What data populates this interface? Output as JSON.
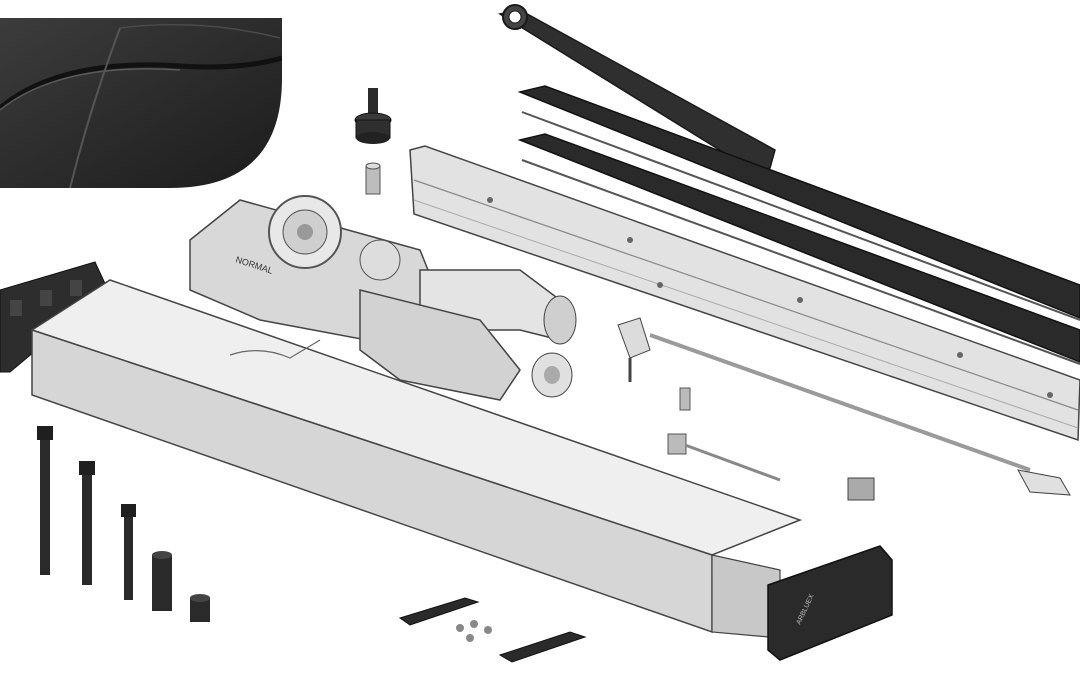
{
  "image": {
    "kind": "exploded view of an automatic swing door operator kit",
    "motor_label": "NORMAL",
    "end_cap_label": "ARBLUEX"
  },
  "colors": {
    "background": "#ffffff",
    "metal_light": "#e6e6e6",
    "metal_mid": "#c9c9c9",
    "metal_dark": "#9a9a9a",
    "black_part": "#2a2a2a",
    "outline": "#3a3a3a"
  }
}
